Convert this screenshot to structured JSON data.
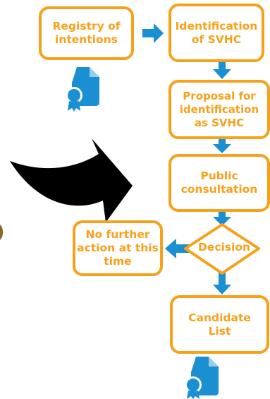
{
  "nodes": {
    "registry": "Registry of\nintentions",
    "identification": "Identification\nof SVHC",
    "proposal": "Proposal for\nidentification\nas SVHC",
    "public": "Public\nconsultation",
    "decision": "Decision",
    "no_further": "No further\naction at this\ntime",
    "candidate": "Candidate\nList"
  },
  "colors": {
    "box_border": "#f7a11a",
    "box_text": "#f7a11a",
    "arrow": "#1a8fd1",
    "document_icon": "#1a8fd1",
    "curved_arrow": "#000000"
  },
  "icons": [
    "document-certificate-icon",
    "curved-arrow-icon"
  ]
}
